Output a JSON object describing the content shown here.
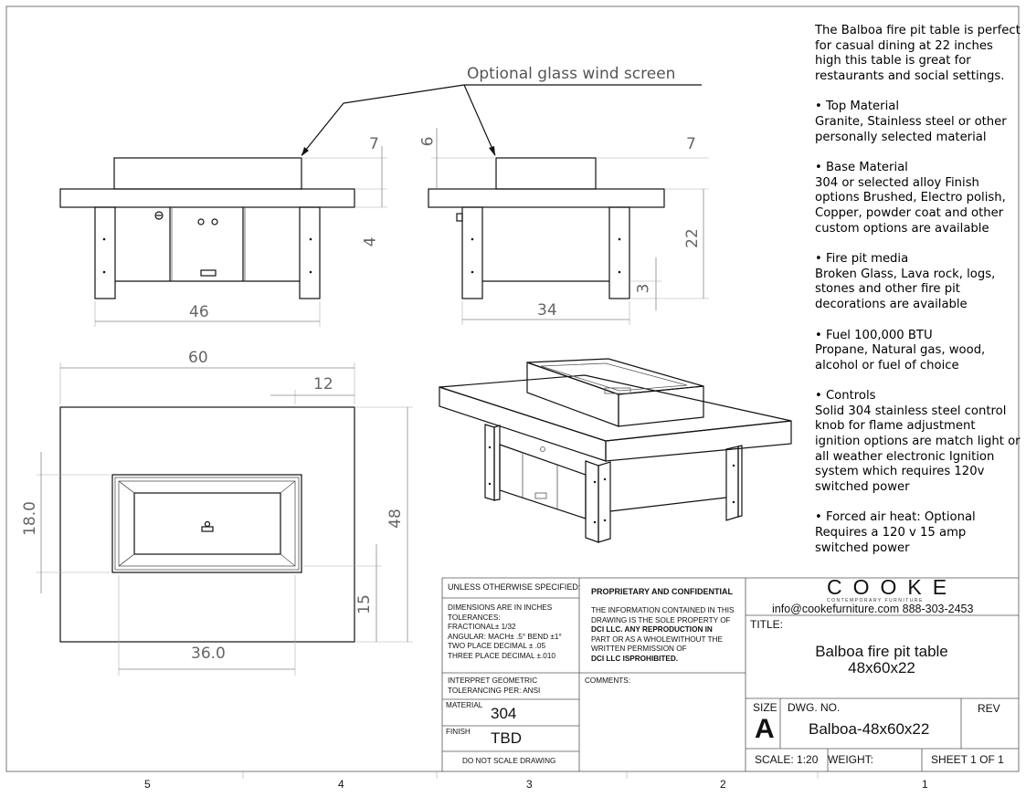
{
  "callout": {
    "wind_screen": "Optional glass wind screen"
  },
  "dimensions": {
    "front_top_rise": "7",
    "front_top_thickness": "4",
    "front_width": "46",
    "side_screen_height": "6",
    "side_top_rise": "7",
    "side_height": "22",
    "side_base_clearance": "3",
    "side_width": "34",
    "plan_width": "60",
    "plan_offset": "12",
    "plan_depth": "48",
    "plan_burner_depth": "18.0",
    "plan_burner_offset": "15",
    "plan_burner_width": "36.0"
  },
  "description": {
    "intro": "The Balboa fire pit table is perfect for casual dining at 22 inches high this table is great for restaurants and social settings.",
    "sections": [
      {
        "heading": "• Top Material",
        "body": "Granite, Stainless steel or other personally selected material"
      },
      {
        "heading": "• Base Material",
        "body": "304 or selected alloy Finish options Brushed, Electro polish, Copper, powder coat and other custom options are available"
      },
      {
        "heading": "• Fire pit media",
        "body": "Broken Glass, Lava rock, logs, stones and other fire pit decorations are available"
      },
      {
        "heading": "• Fuel 100,000 BTU",
        "body": "Propane, Natural gas, wood, alcohol or fuel of choice"
      },
      {
        "heading": "• Controls",
        "body": "Solid 304 stainless steel control knob for flame adjustment ignition options are match light or all weather electronic Ignition system which requires 120v switched power"
      },
      {
        "heading": "• Forced air heat: Optional",
        "body": "Requires a 120 v 15 amp switched power"
      }
    ]
  },
  "title_block": {
    "unless_specified": "UNLESS OTHERWISE SPECIFIED:",
    "dims_line1": "DIMENSIONS ARE IN INCHES",
    "dims_line2": "TOLERANCES:",
    "dims_line3": "FRACTIONAL± 1/32",
    "dims_line4": "ANGULAR: MACH± .5°  BEND ±1°",
    "dims_line5": "TWO PLACE DECIMAL    ± .05",
    "dims_line6": "THREE PLACE DECIMAL  ±.010",
    "interpret_line1": "INTERPRET GEOMETRIC",
    "interpret_line2": "TOLERANCING PER: ANSI",
    "material_label": "MATERIAL",
    "material_value": "304",
    "finish_label": "FINISH",
    "finish_value": "TBD",
    "do_not_scale": "DO NOT SCALE DRAWING",
    "proprietary_title": "PROPRIETARY AND CONFIDENTIAL",
    "proprietary_line1": "THE INFORMATION CONTAINED IN THIS",
    "proprietary_line2": "DRAWING IS THE SOLE PROPERTY OF",
    "proprietary_line3": "DCI LLC.  ANY REPRODUCTION IN",
    "proprietary_line4": "PART OR AS A WHOLEWITHOUT THE",
    "proprietary_line5": "WRITTEN PERMISSION OF",
    "proprietary_line6": "DCI LLC ISPROHIBITED.",
    "comments_label": "COMMENTS:",
    "brand": "COOKE",
    "brand_tagline": "CONTEMPORARY FURNITURE",
    "contact": "info@cookefurniture.com 888-303-2453",
    "title_label": "TITLE:",
    "title_line1": "Balboa fire pit table",
    "title_line2": "48x60x22",
    "size_label": "SIZE",
    "size_value": "A",
    "dwg_label": "DWG.  NO.",
    "dwg_value": "Balboa-48x60x22",
    "rev_label": "REV",
    "scale": "SCALE: 1:20",
    "weight": "WEIGHT:",
    "sheet": "SHEET 1 OF 1"
  },
  "zones": [
    "5",
    "4",
    "3",
    "2",
    "1"
  ]
}
